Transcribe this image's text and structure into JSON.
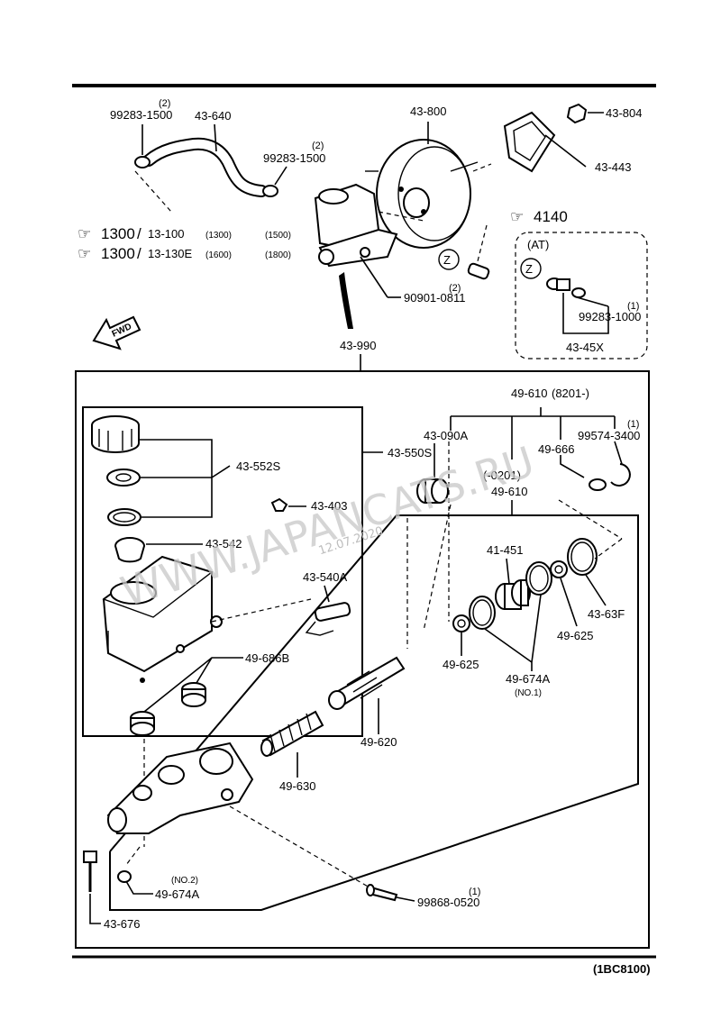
{
  "watermark": "WWW.JAPANCATS.RU",
  "date_stamp": "12.07.2020",
  "diagram_code": "(1BC8100)",
  "fwd_label": "FWD",
  "refs": {
    "ref1_code": "1300",
    "ref1_page": "13-100",
    "ref1_eng1": "(1300)",
    "ref1_eng2": "(1500)",
    "ref2_code": "1300",
    "ref2_page": "13-130E",
    "ref2_eng1": "(1600)",
    "ref2_eng2": "(1800)",
    "ref3_code": "4140"
  },
  "at_box": {
    "label": "(AT)",
    "circle": "Z"
  },
  "circle_z": "Z",
  "parts": {
    "p_99283_1500_a": "99283-1500",
    "q_99283_1500_a": "(2)",
    "p_43_640": "43-640",
    "p_99283_1500_b": "99283-1500",
    "q_99283_1500_b": "(2)",
    "p_43_800": "43-800",
    "p_43_804": "43-804",
    "p_43_443": "43-443",
    "p_90901_0811": "90901-0811",
    "q_90901_0811": "(2)",
    "p_99283_1000": "99283-1000",
    "q_99283_1000": "(1)",
    "p_43_45x": "43-45X",
    "p_43_990": "43-990",
    "p_49_610_a": "49-610",
    "p_49_610_a_range": "(8201-)",
    "p_43_090a": "43-090A",
    "p_49_666": "49-666",
    "p_99574_3400": "99574-3400",
    "q_99574_3400": "(1)",
    "p_49_610_b_range": "(-0201)",
    "p_49_610_b": "49-610",
    "p_43_550s": "43-550S",
    "p_43_552s": "43-552S",
    "p_43_403": "43-403",
    "p_43_542": "43-542",
    "p_43_540a": "43-540A",
    "p_49_686b": "49-686B",
    "p_41_451": "41-451",
    "p_43_63f": "43-63F",
    "p_49_625_a": "49-625",
    "p_49_625_b": "49-625",
    "p_49_674a_a": "49-674A",
    "p_49_674a_a_note": "(NO.1)",
    "p_49_620": "49-620",
    "p_49_630": "49-630",
    "p_49_674a_b": "49-674A",
    "p_49_674a_b_note": "(NO.2)",
    "p_99868_0520": "99868-0520",
    "q_99868_0520": "(1)",
    "p_43_676": "43-676"
  }
}
